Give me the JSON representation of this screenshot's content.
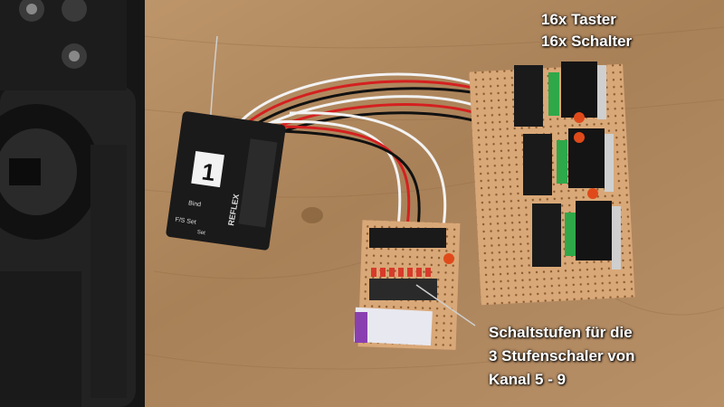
{
  "photo": {
    "receiver_label": "1",
    "receiver_brand": "REFLEX",
    "receiver_bind": "Bind",
    "receiver_fs": "F/S Set",
    "receiver_set": "Set"
  },
  "caption_top": {
    "line1": "16x Taster",
    "line2": "16x Schalter"
  },
  "caption_bottom": {
    "line1": "Schaltstufen für die",
    "line2": "3 Stufenschaler von",
    "line3": "Kanal 5 - 9"
  },
  "colors": {
    "wood": "#b08a62",
    "perfboard": "#d9a878",
    "led_orange": "#e04a1a",
    "led_green": "#2fa84a",
    "chip": "#1a1a1a",
    "wire_red": "#d42020",
    "wire_white": "#f2f2f2",
    "wire_black": "#111111"
  }
}
